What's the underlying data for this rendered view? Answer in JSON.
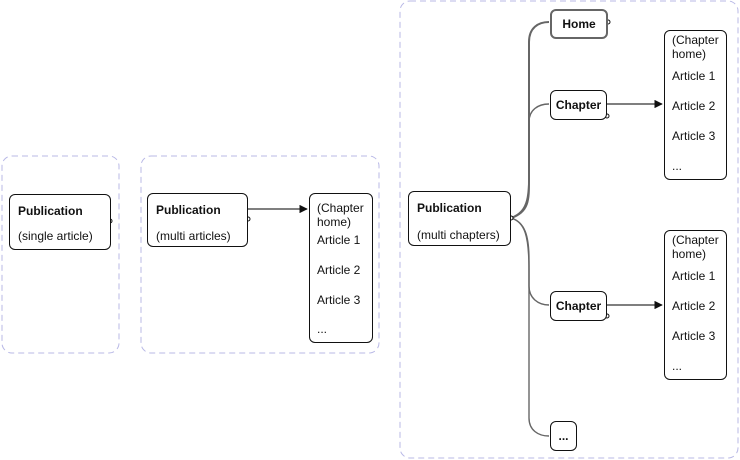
{
  "single": {
    "title": "Publication",
    "subtitle": "(single article)"
  },
  "multi_articles": {
    "title": "Publication",
    "subtitle": "(multi articles)",
    "list": {
      "line1": "(Chapter",
      "line2": "home)",
      "items": [
        "Article 1",
        "Article 2",
        "Article 3",
        "..."
      ]
    }
  },
  "multi_chapters": {
    "title": "Publication",
    "subtitle": "(multi chapters)",
    "home": "Home",
    "chapters": [
      {
        "label": "Chapter",
        "list": {
          "line1": "(Chapter",
          "line2": "home)",
          "items": [
            "Article 1",
            "Article 2",
            "Article 3",
            "..."
          ]
        }
      },
      {
        "label": "Chapter",
        "list": {
          "line1": "(Chapter",
          "line2": "home)",
          "items": [
            "Article 1",
            "Article 2",
            "Article 3",
            "..."
          ]
        }
      }
    ],
    "more": "..."
  },
  "colors": {
    "group_border": "#b8b8e6",
    "node_border": "#111111",
    "connector": "#333333",
    "home_border": "#666666"
  }
}
